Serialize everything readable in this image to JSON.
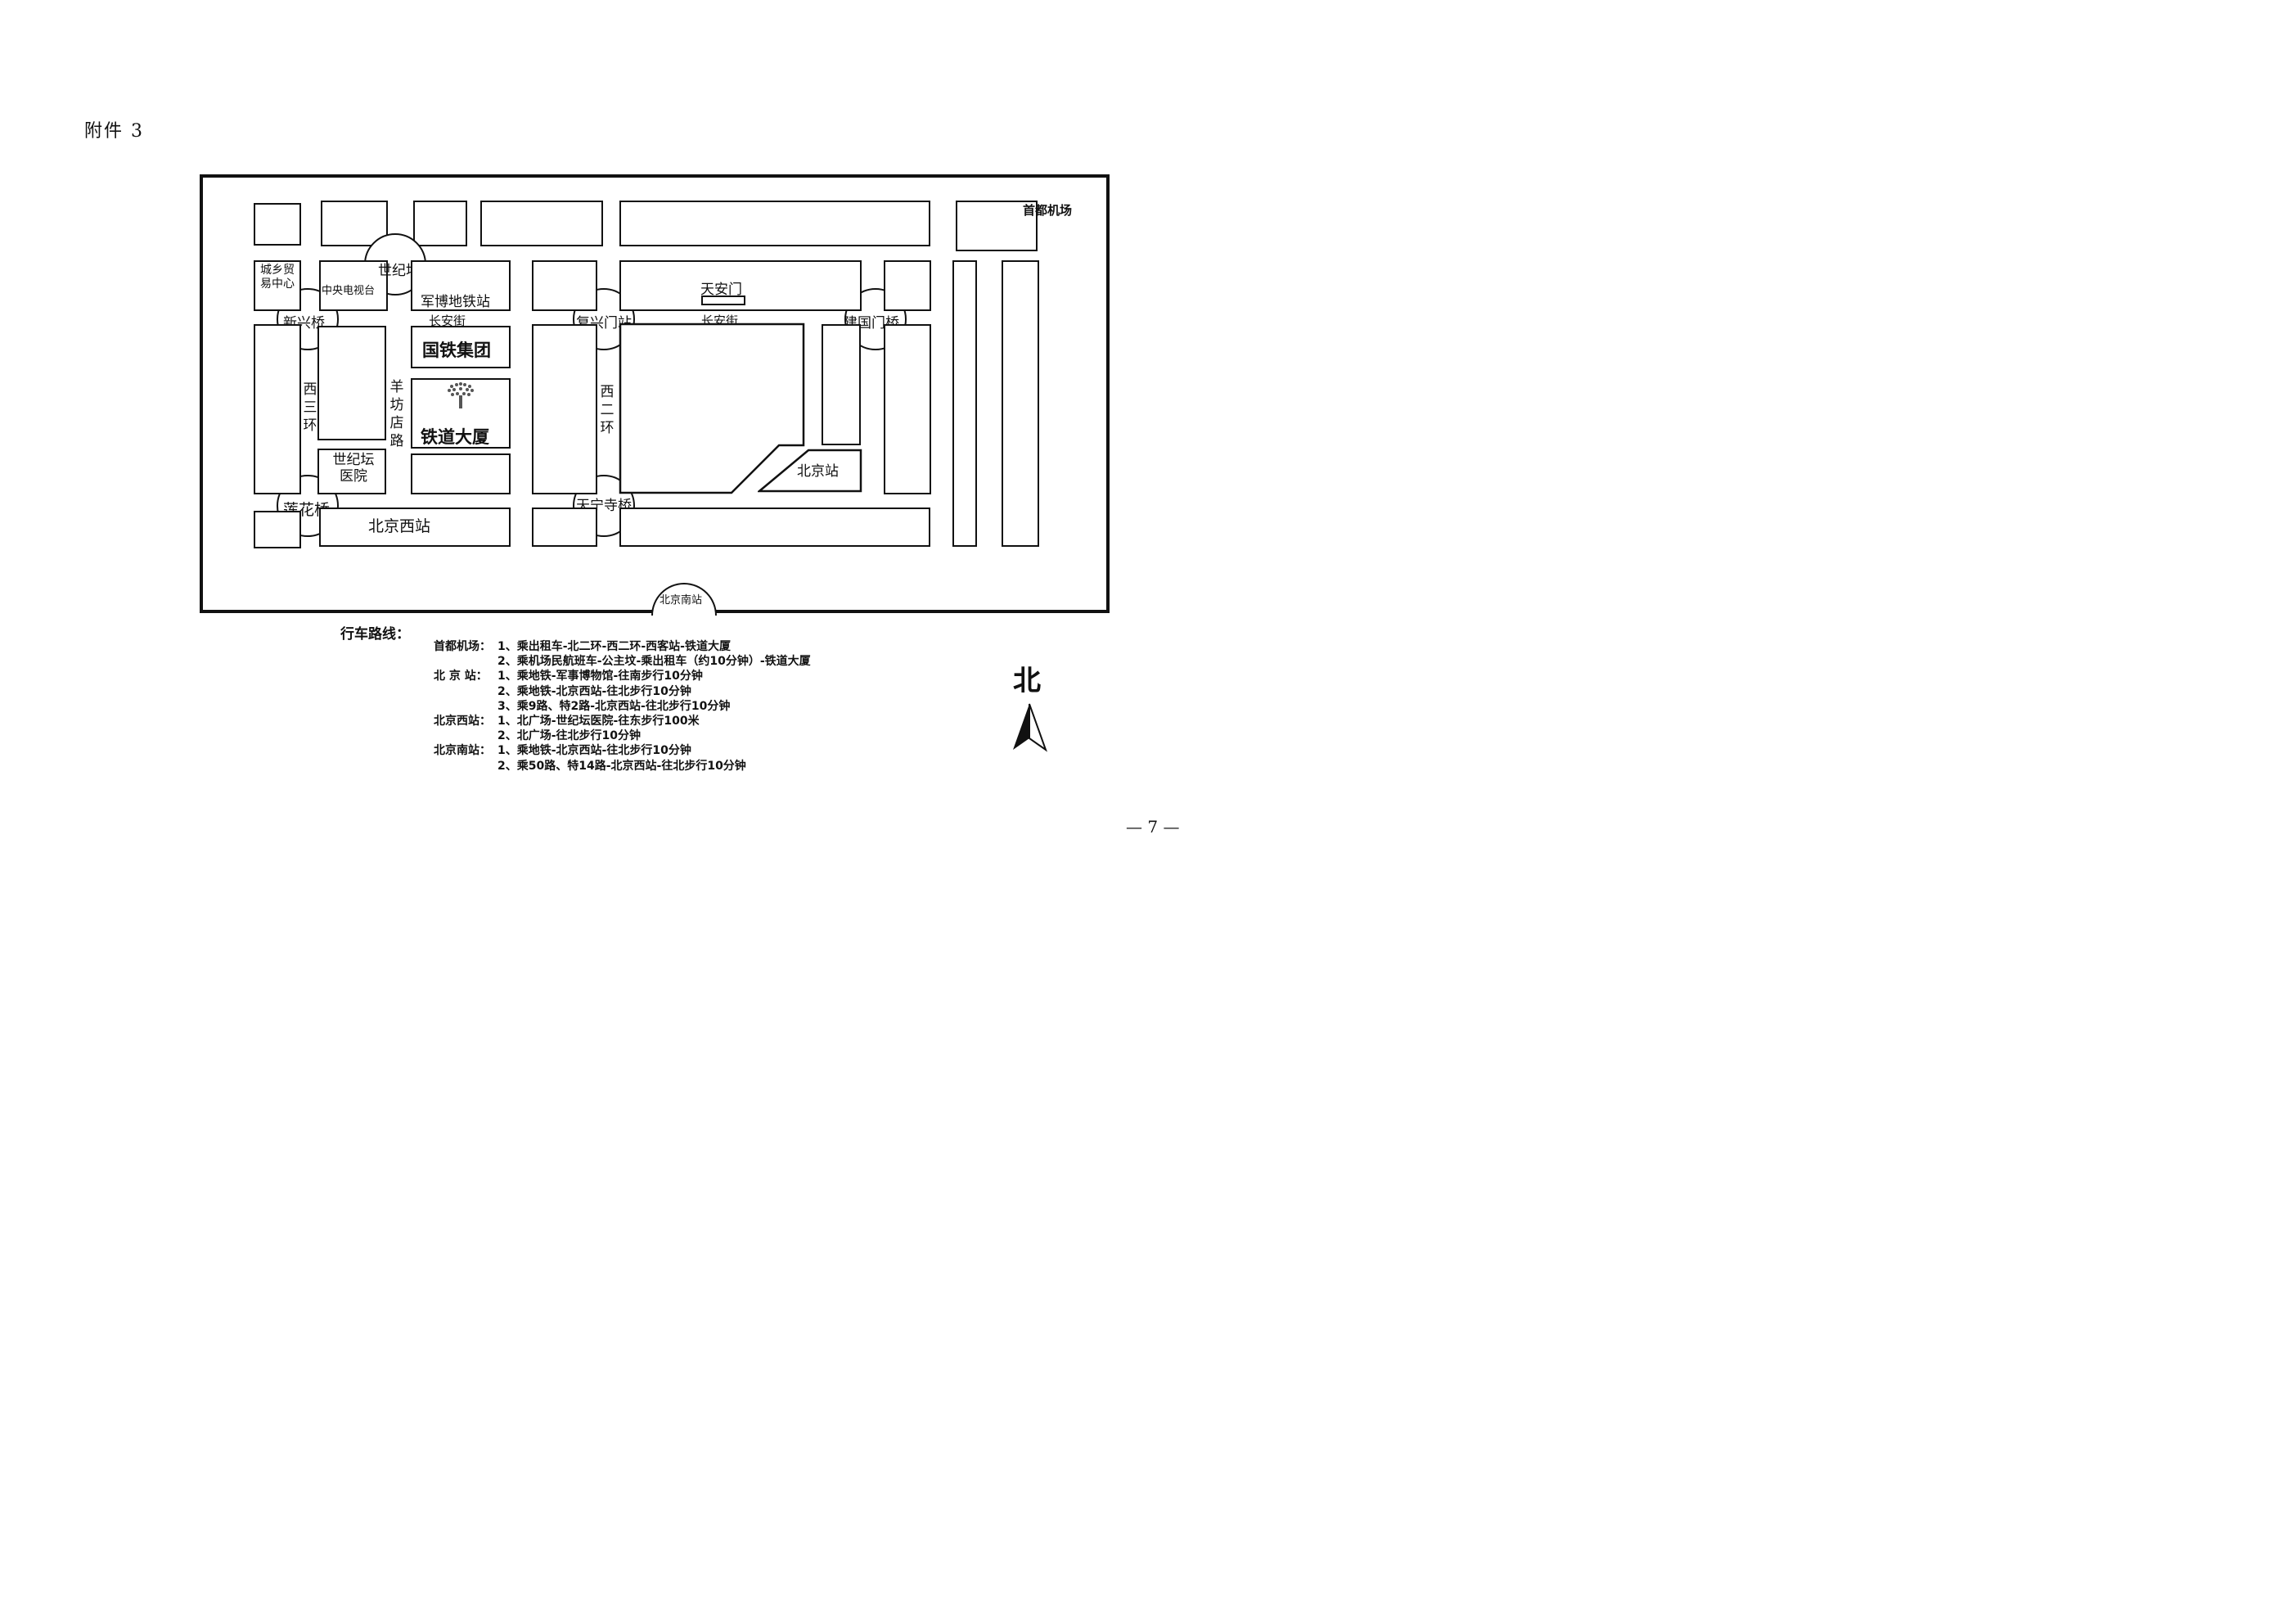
{
  "header": {
    "attachment": "附件 3"
  },
  "map": {
    "labels": {
      "capital_airport": "首都机场",
      "century_altar": "世纪坛",
      "urban_rural_trade_center": "城乡贸易中心",
      "cctv": "中央电视台",
      "military_museum_station": "军博地铁站",
      "xinxing_bridge": "新兴桥",
      "changan_street_1": "长安街",
      "changan_street_2": "长安街",
      "tiananmen": "天安门",
      "fuxingmen_station": "复兴门站",
      "jianguomen_bridge": "建国门桥",
      "china_railway_group": "国铁集团",
      "xisanhuan": "西三环",
      "yangfangdian_road": "羊坊店路",
      "xierhuan": "西二环",
      "railway_building": "铁道大厦",
      "century_altar_hospital": "世纪坛医院",
      "beijing_station": "北京站",
      "lianhua_bridge": "莲花桥",
      "tianningsi_bridge": "天宁寺桥",
      "beijing_west_station": "北京西站",
      "beijing_south_station": "北京南站"
    }
  },
  "routes": {
    "title": "行车路线：",
    "items": [
      {
        "station": "首都机场：",
        "text": "1、乘出租车-北二环-西二环-西客站-铁道大厦"
      },
      {
        "station": "",
        "text": "2、乘机场民航班车-公主坟-乘出租车（约10分钟）-铁道大厦"
      },
      {
        "station": "北 京 站：",
        "text": "1、乘地铁-军事博物馆-往南步行10分钟"
      },
      {
        "station": "",
        "text": "2、乘地铁-北京西站-往北步行10分钟"
      },
      {
        "station": "",
        "text": "3、乘9路、特2路-北京西站-往北步行10分钟"
      },
      {
        "station": "北京西站：",
        "text": "1、北广场-世纪坛医院-往东步行100米"
      },
      {
        "station": "",
        "text": "2、北广场-往北步行10分钟"
      },
      {
        "station": "北京南站：",
        "text": "1、乘地铁-北京西站-往北步行10分钟"
      },
      {
        "station": "",
        "text": "2、乘50路、特14路-北京西站-往北步行10分钟"
      }
    ]
  },
  "compass": {
    "label": "北",
    "icon": "north-arrow-icon"
  },
  "footer": {
    "page": "— 7 —"
  }
}
